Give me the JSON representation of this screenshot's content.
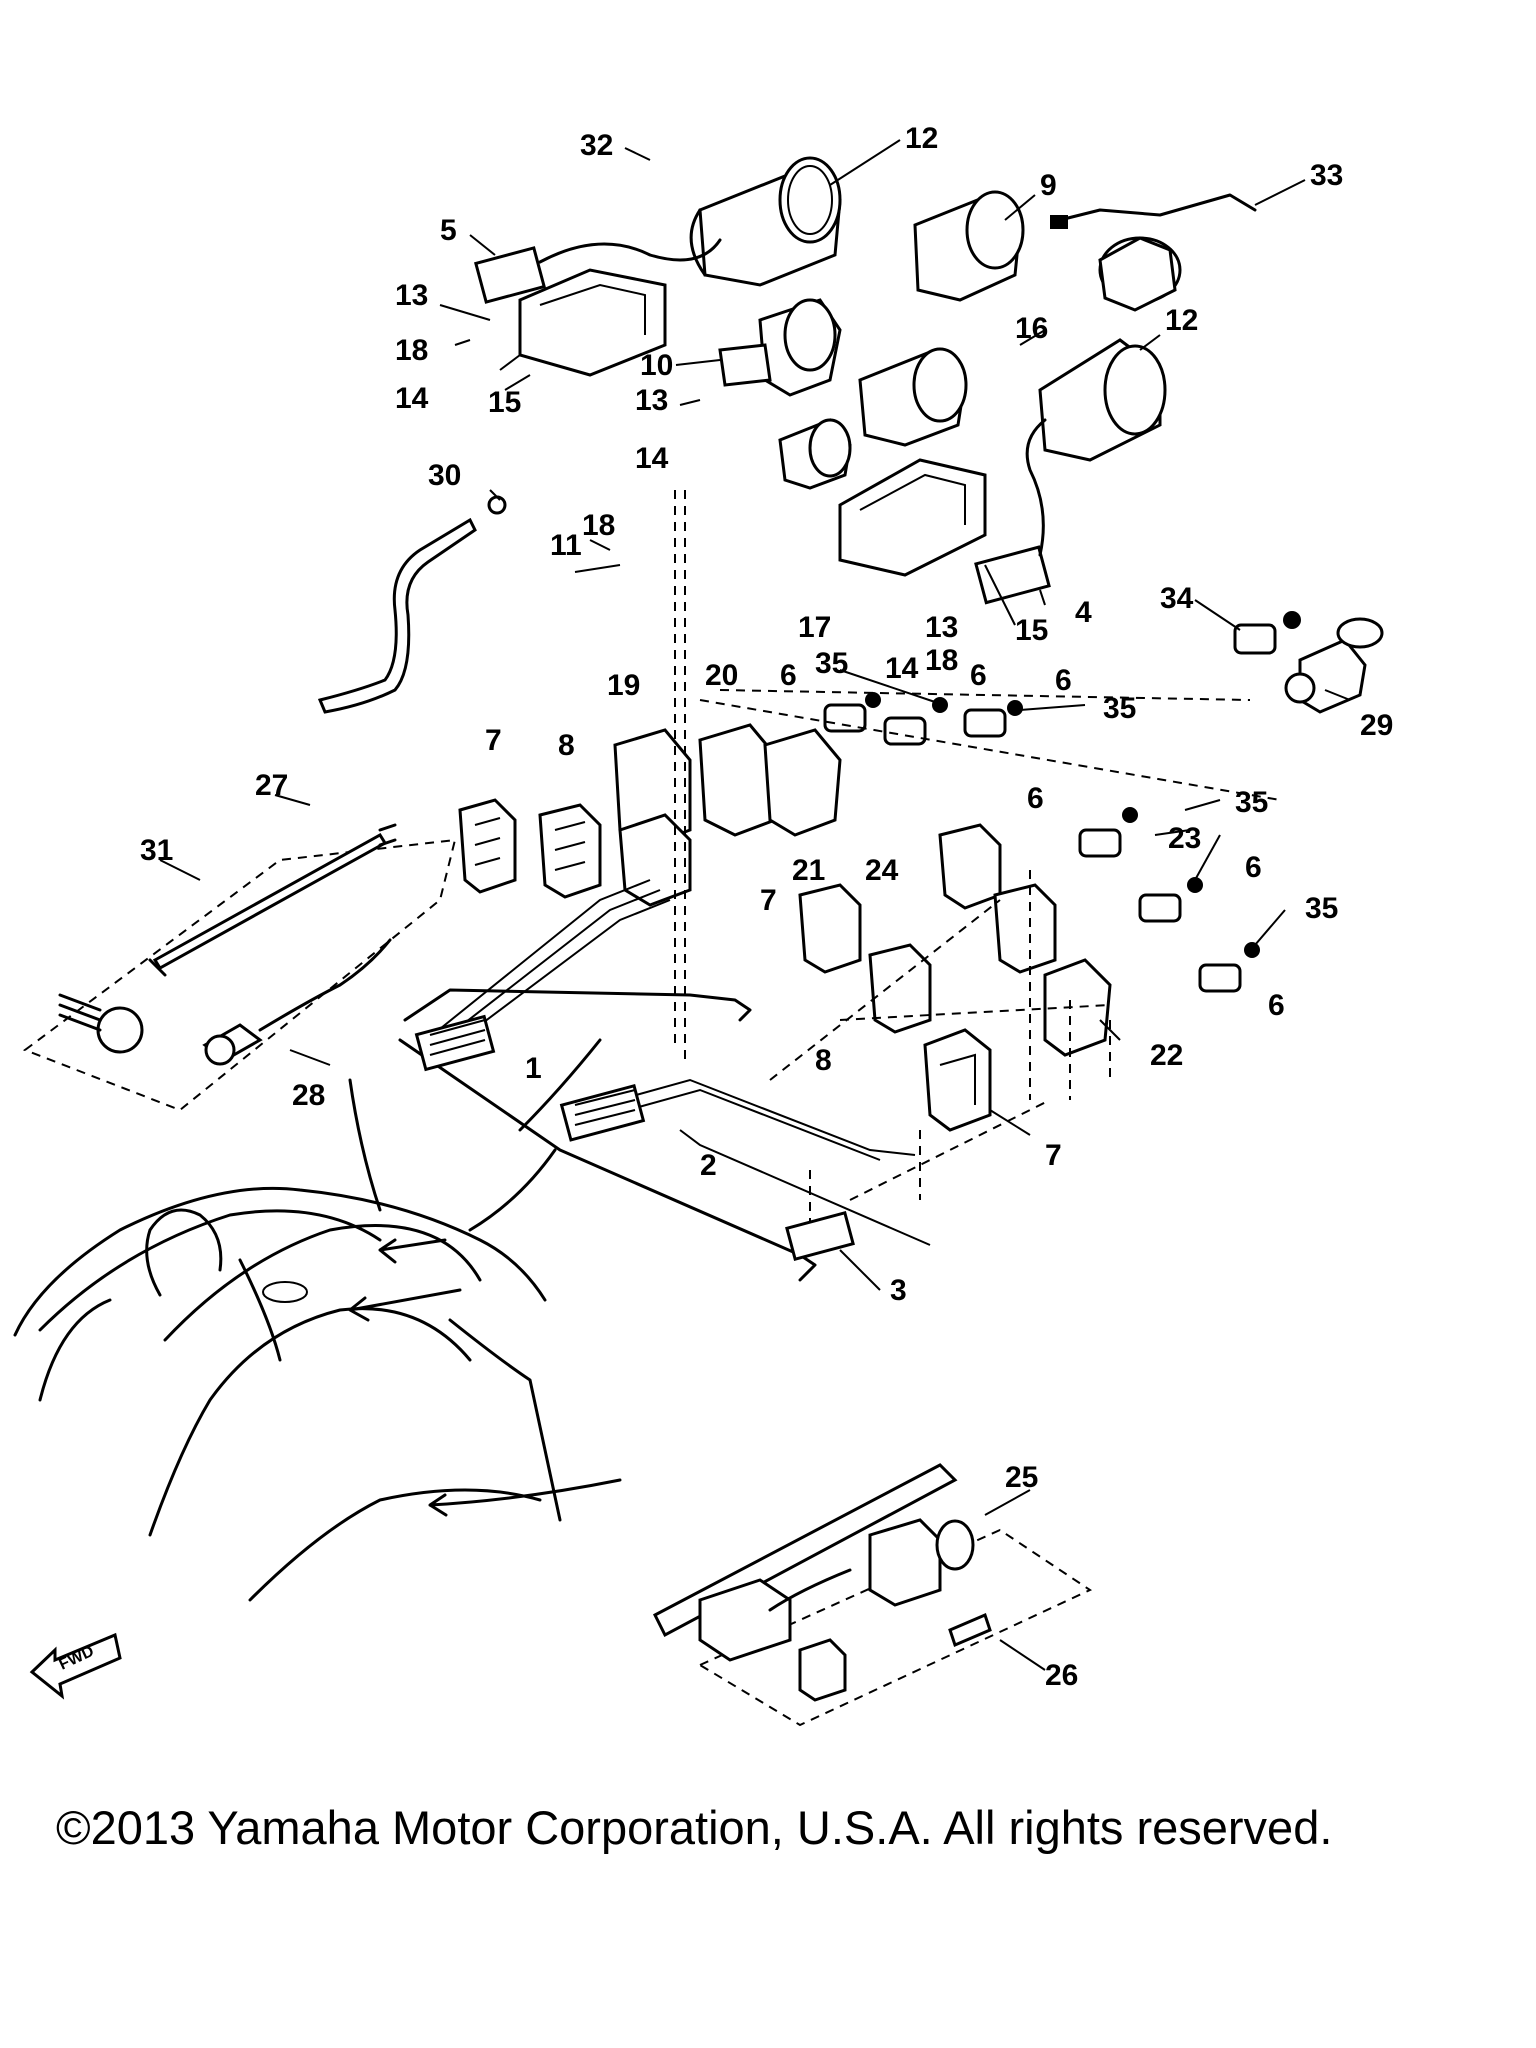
{
  "callouts": [
    "1",
    "2",
    "3",
    "4",
    "5",
    "6",
    "7",
    "8",
    "9",
    "10",
    "11",
    "12",
    "13",
    "14",
    "15",
    "16",
    "17",
    "18",
    "19",
    "20",
    "21",
    "22",
    "23",
    "24",
    "25",
    "26",
    "27",
    "28",
    "29",
    "30",
    "31",
    "32",
    "33",
    "34",
    "35"
  ],
  "copyright": "©2013 Yamaha Motor Corporation, U.S.A. All rights reserved.",
  "fwd_mark": "FWD",
  "colors": {
    "ink": "#000000",
    "background": "#ffffff"
  }
}
